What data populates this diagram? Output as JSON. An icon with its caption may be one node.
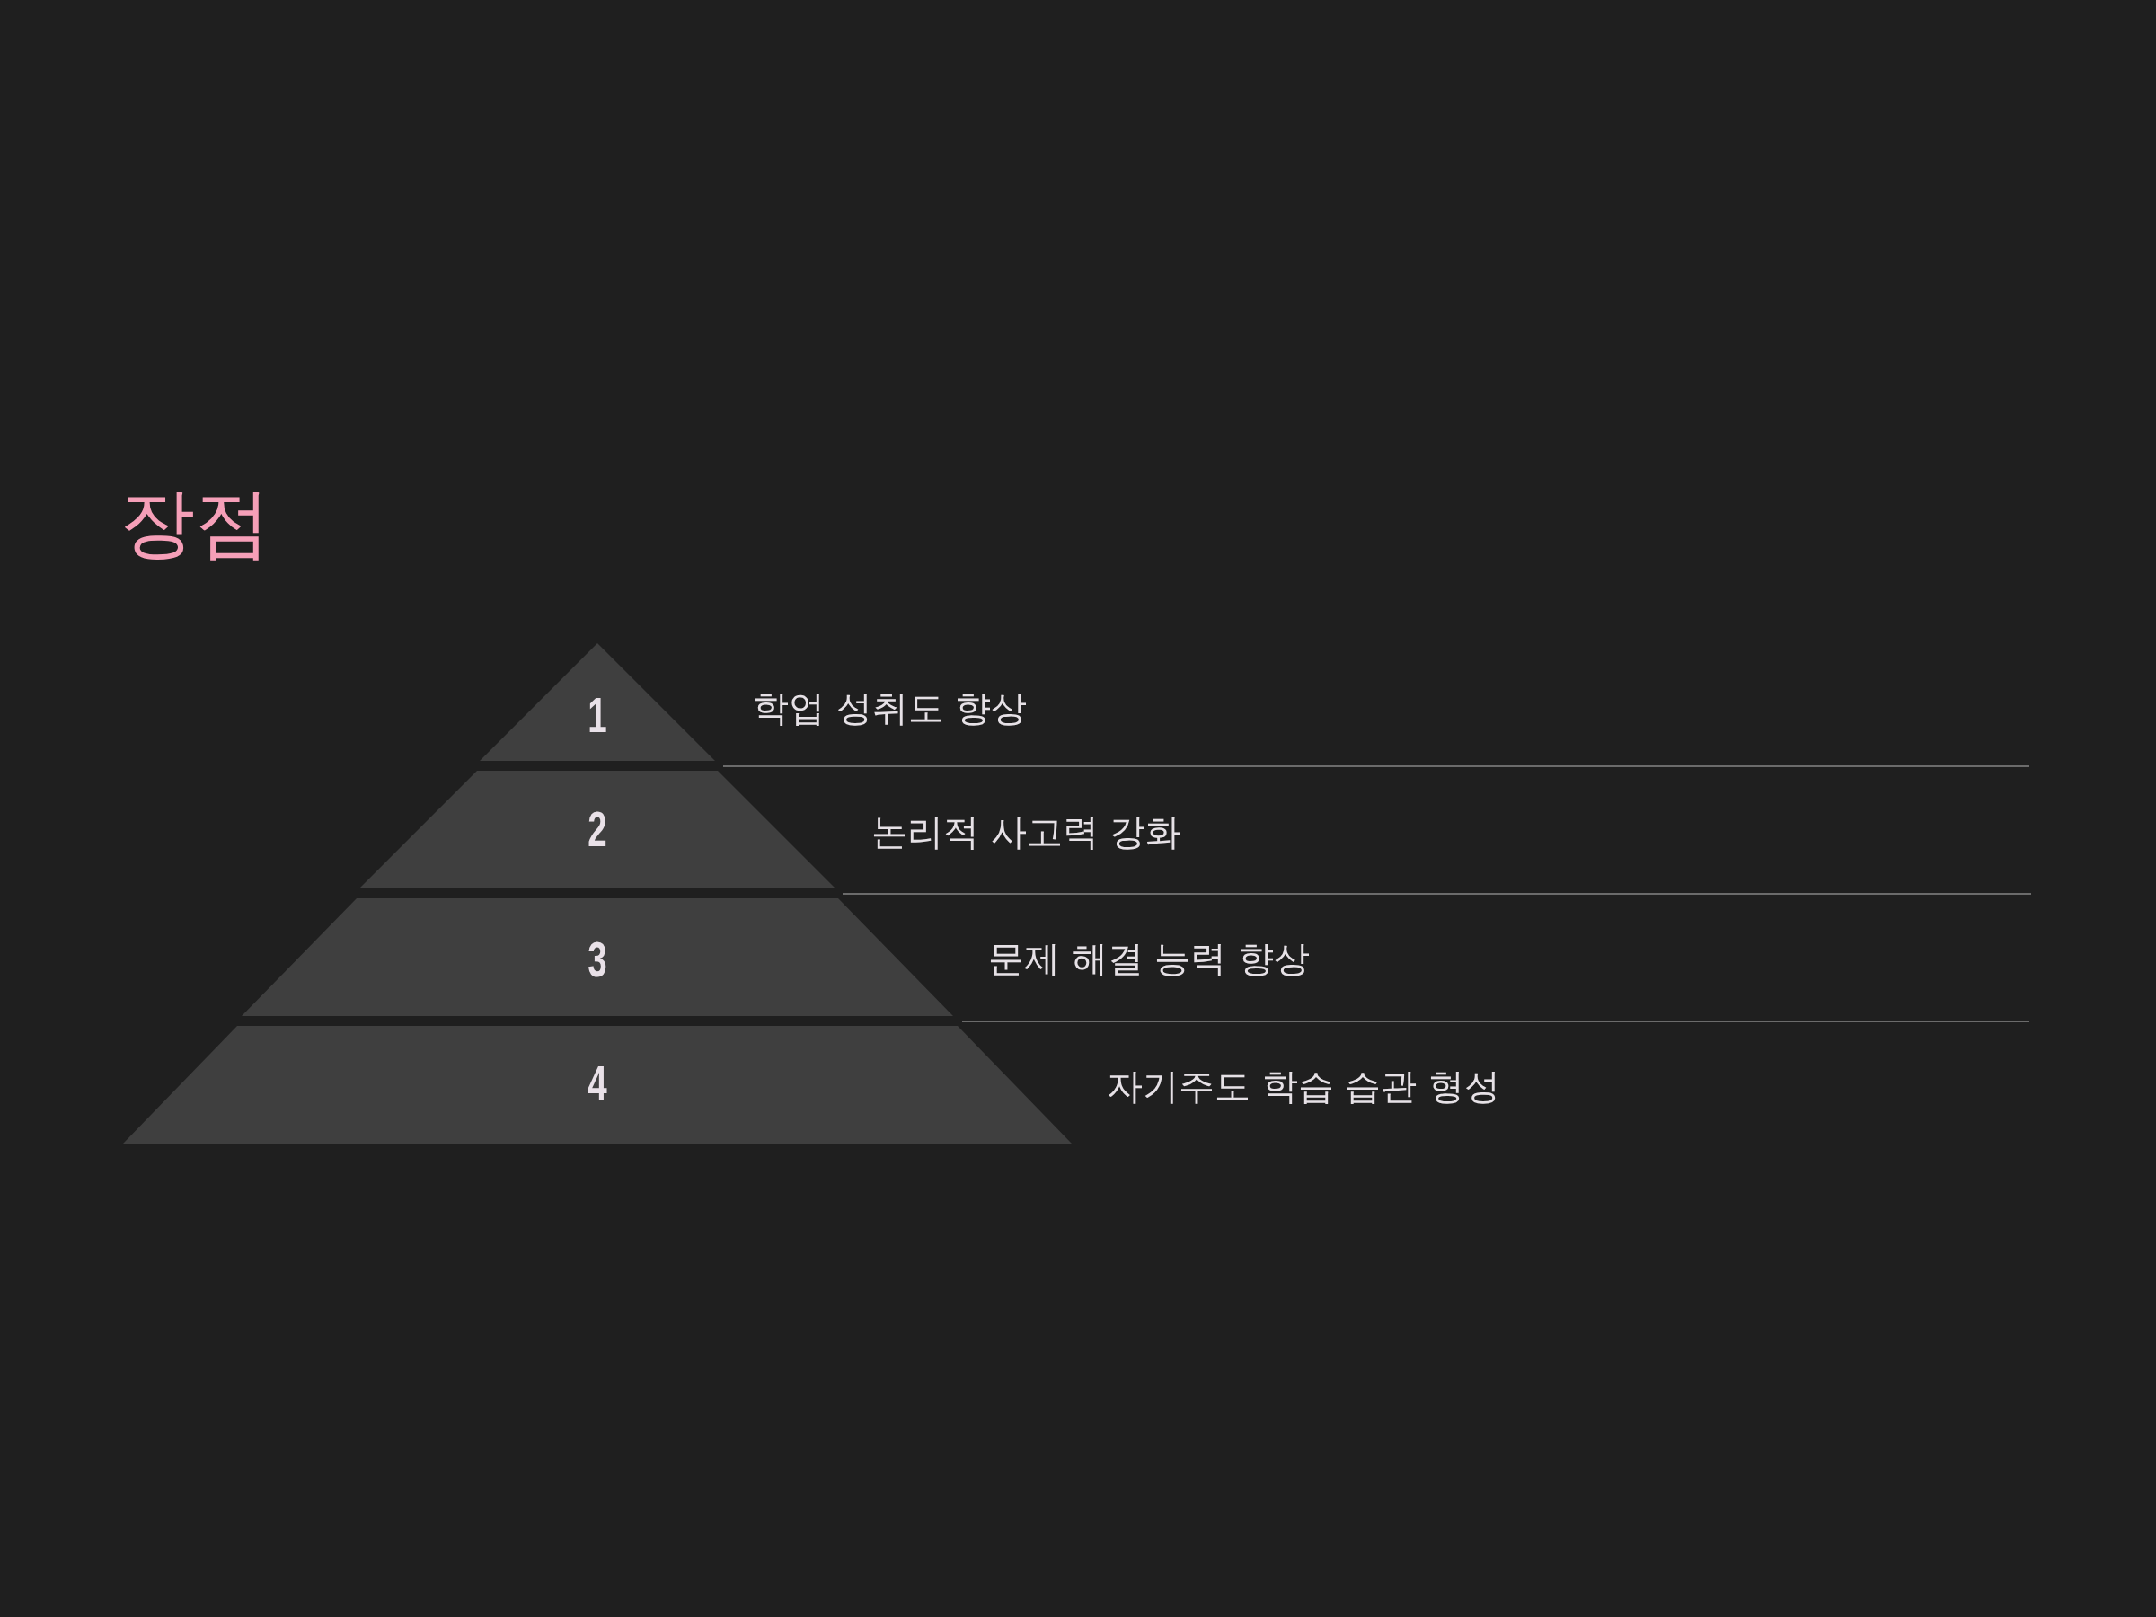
{
  "diagram": {
    "title": "장점",
    "nodes": [
      {
        "text": [
          "1"
        ],
        "beside": [
          "학업 성취도 향상"
        ]
      },
      {
        "text": [
          "2"
        ],
        "beside": [
          "논리적 사고력 강화"
        ]
      },
      {
        "text": [
          "3"
        ],
        "beside": [
          "문제 해결 능력 향상"
        ]
      },
      {
        "text": [
          "4"
        ],
        "beside": [
          "자기주도 학습 습관 형성"
        ]
      }
    ]
  }
}
